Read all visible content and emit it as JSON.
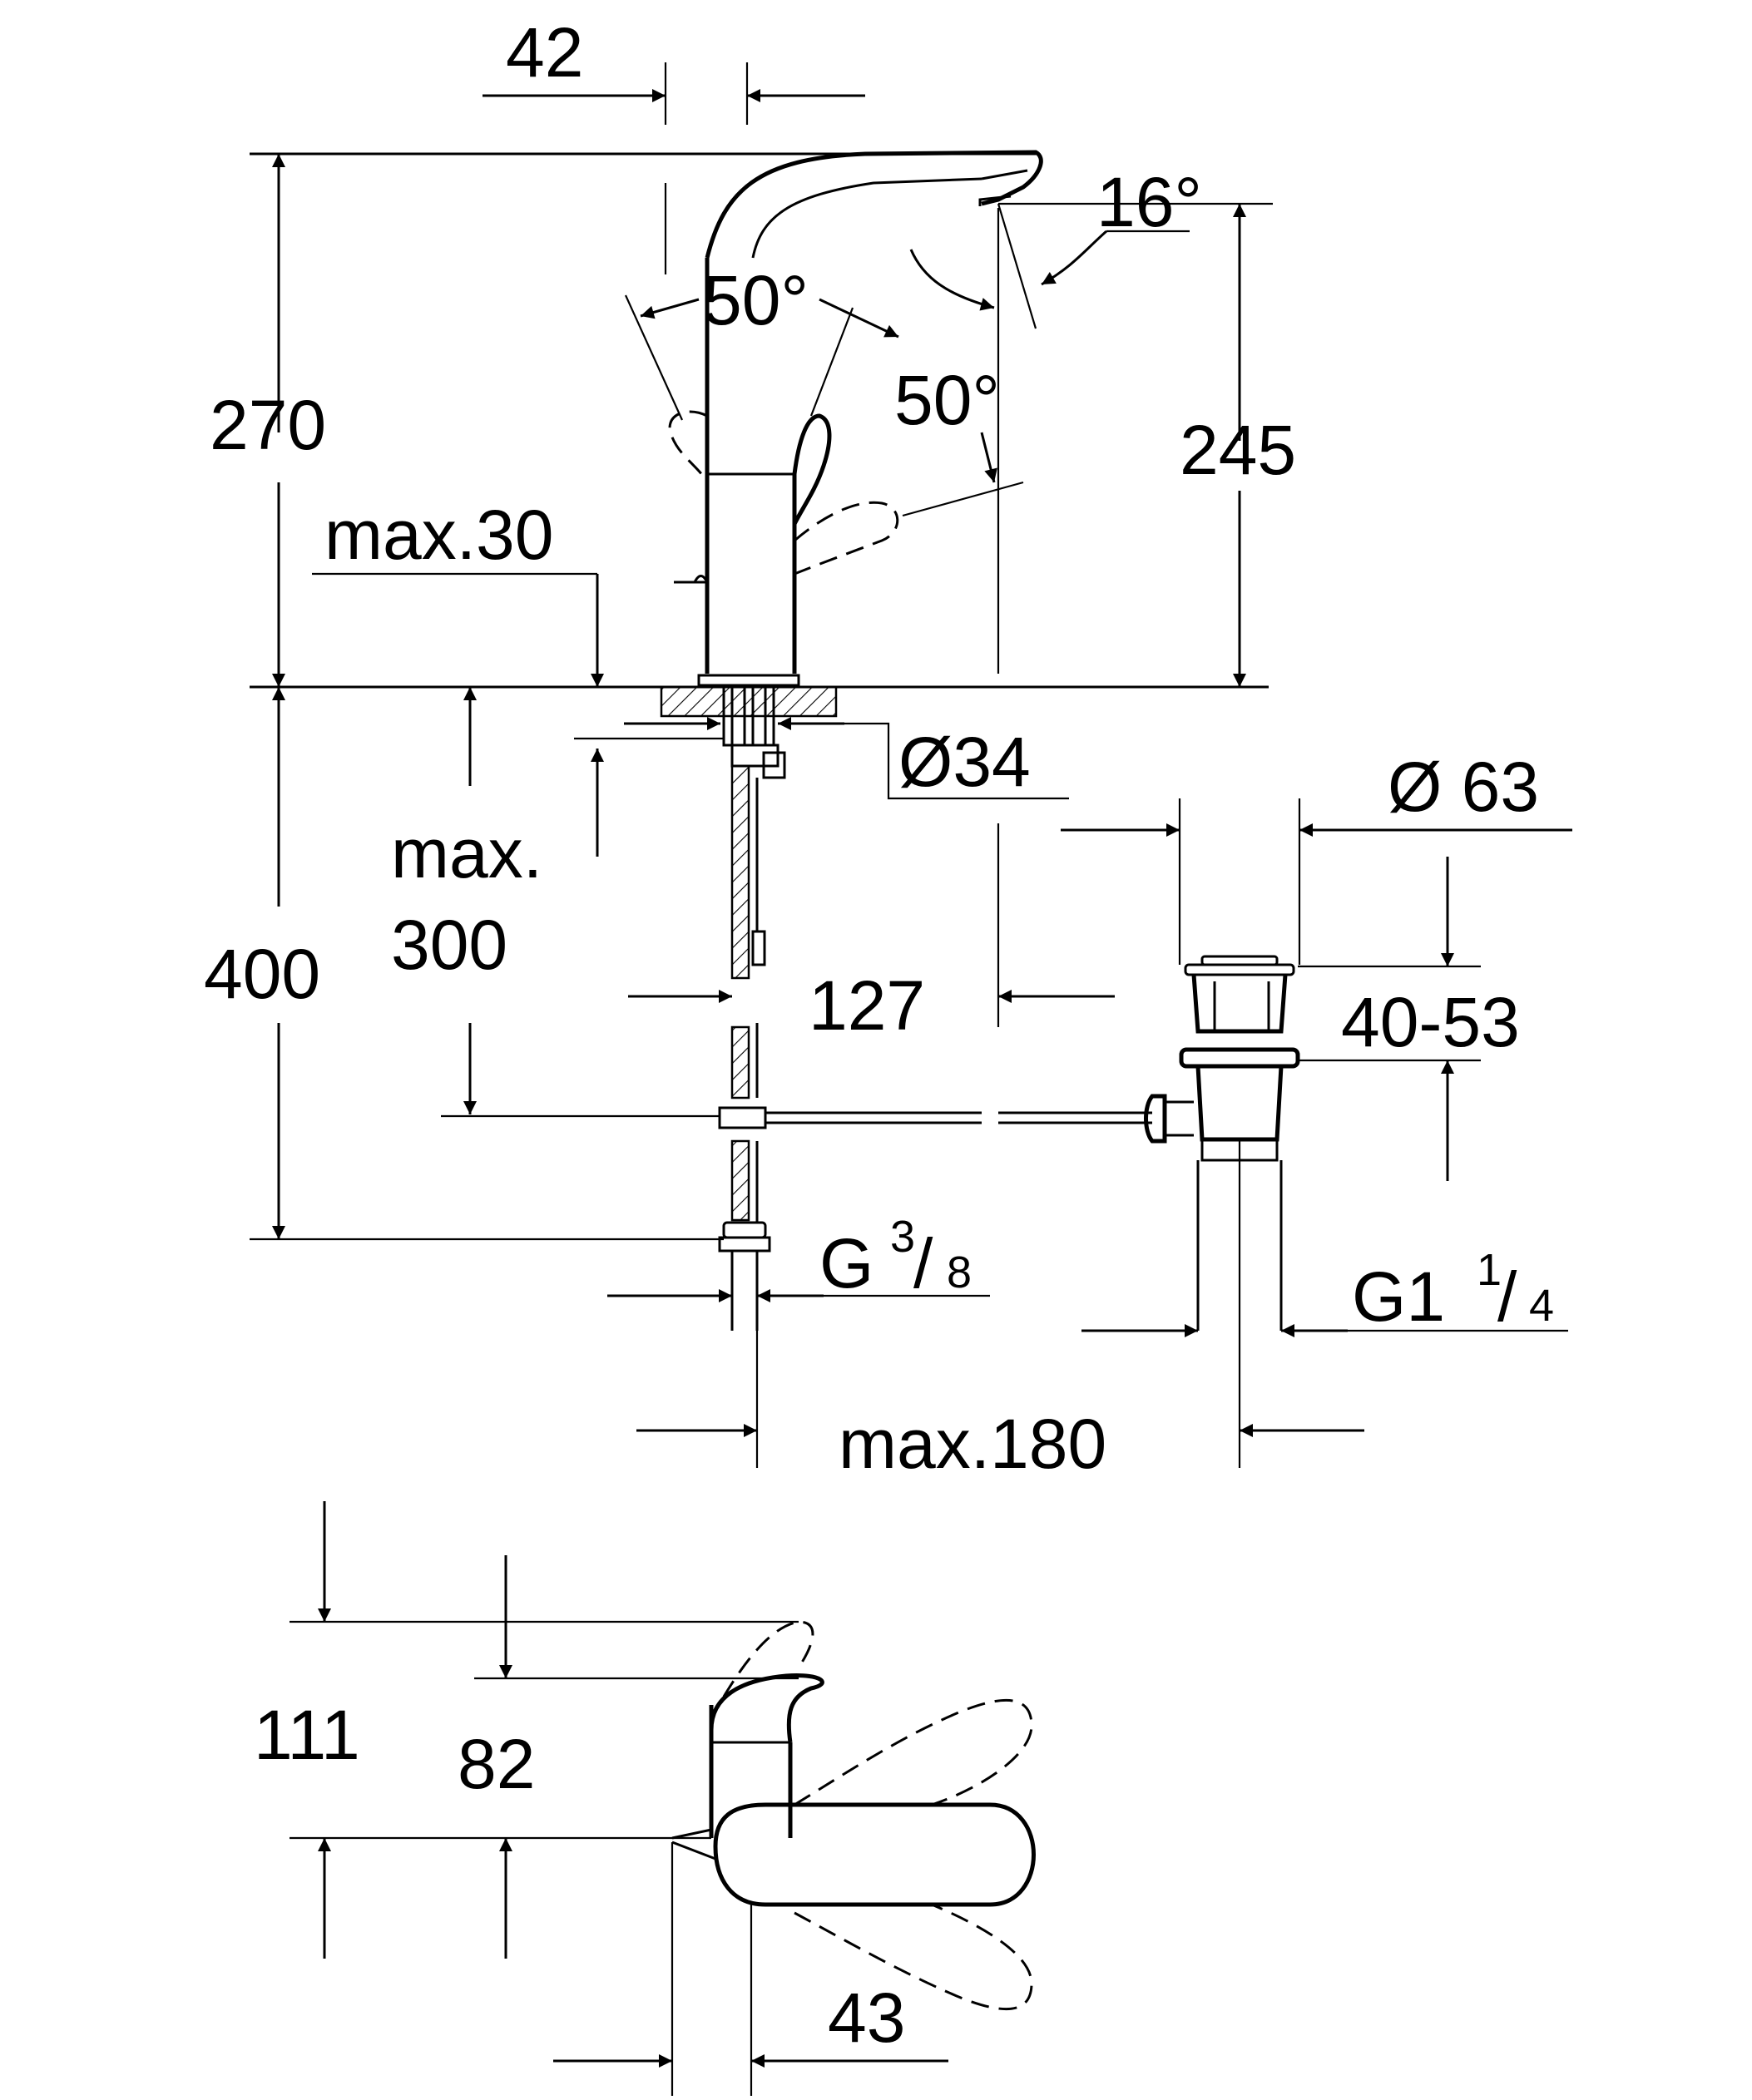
{
  "dimensions": {
    "d42": "42",
    "d16deg": "16°",
    "d50a": "50°",
    "d50b": "50°",
    "d270": "270",
    "d245": "245",
    "max30": "max.30",
    "d34": "Ø34",
    "d63": "Ø 63",
    "max_label": "max.",
    "d300": "300",
    "d400": "400",
    "d127": "127",
    "d4053": "40-53",
    "g38_main": "G",
    "g38_num": "3",
    "g38_den": "8",
    "g114_main": "G1",
    "g114_num": "1",
    "g114_den": "4",
    "max180": "max.180",
    "d111": "111",
    "d82": "82",
    "d43": "43"
  },
  "colors": {
    "line": "#000000",
    "background": "#ffffff"
  }
}
